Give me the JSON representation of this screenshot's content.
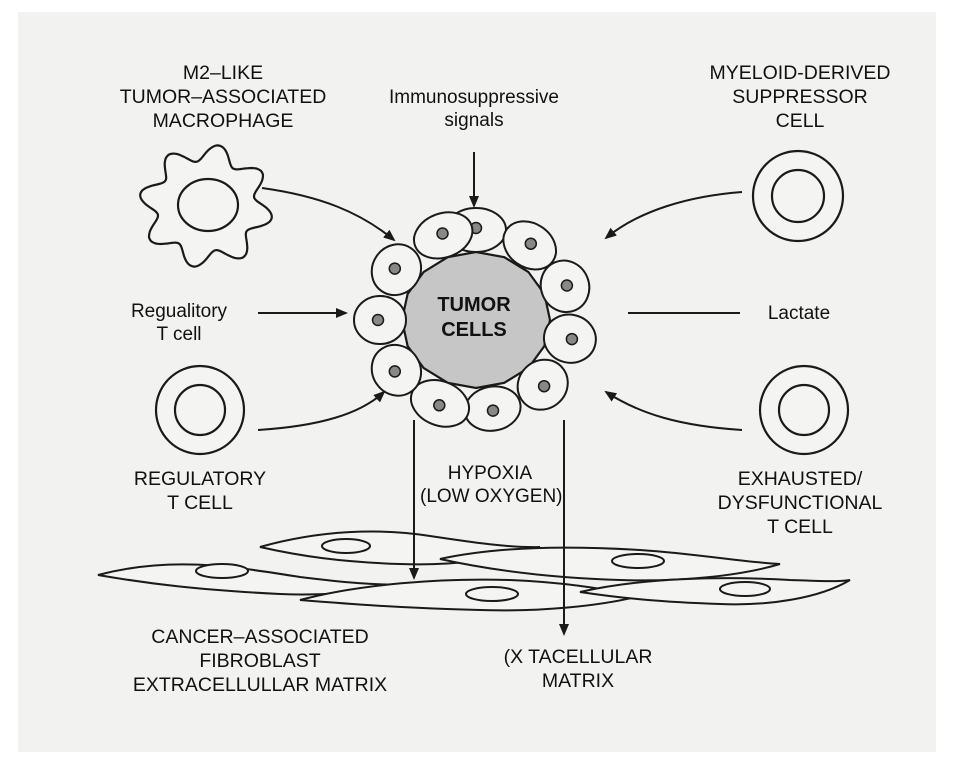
{
  "labels": {
    "macrophage": [
      "M2–LIKE",
      "TUMOR–ASSOCIATED",
      "MACROPHAGE"
    ],
    "immunosuppressive": [
      "Immunosuppressive",
      "signals"
    ],
    "mdsc": [
      "MYELOID-DERIVED",
      "SUPPRESSOR",
      "CELL"
    ],
    "treg_signal": [
      "Regualitory",
      "T cell"
    ],
    "tumor": [
      "TUMOR",
      "CELLS"
    ],
    "lactate": [
      "Lactate"
    ],
    "treg_cell": [
      "REGULATORY",
      "T CELL"
    ],
    "hypoxia": [
      "HYPOXIA",
      "(LOW OXYGEN)"
    ],
    "exhausted": [
      "EXHAUSTED/",
      "DYSFUNCTIONAL",
      "T CELL"
    ],
    "caf": [
      "CANCER–ASSOCIATED",
      "FIBROBLAST",
      "EXTRACELLULLAR MATRIX"
    ],
    "ecm": [
      "(X TACELLULAR",
      "MATRIX"
    ]
  },
  "colors": {
    "background": "#f2f2f0",
    "tumor_core": "#c6c6c6",
    "cell_fill": "#f4f4f2",
    "nucleus": "#888888",
    "stroke": "#1a1a1a"
  }
}
